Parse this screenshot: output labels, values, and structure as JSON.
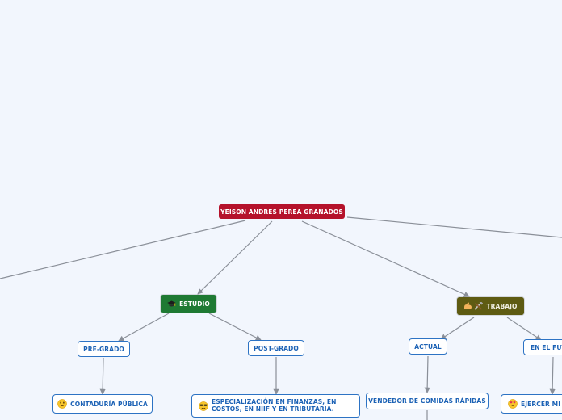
{
  "root": {
    "label": "YEISON ANDRES PEREA GRANADOS"
  },
  "branches": {
    "estudio": {
      "label": "ESTUDIO",
      "icon": "graduation-cap-icon",
      "children": {
        "pregrado": {
          "label": "PRE-GRADO",
          "leaf": {
            "label": "CONTADURÍA PÚBLICA",
            "icon": "smiley-face-icon"
          }
        },
        "postgrado": {
          "label": "POST-GRADO",
          "leaf": {
            "label_line1": "ESPECIALIZACIÓN EN FINANZAS, EN",
            "label_line2": "COSTOS, EN NIIF Y EN TRIBUTARIA.",
            "icon": "sunglasses-face-icon"
          }
        }
      }
    },
    "trabajo": {
      "label": "TRABAJO",
      "icons": [
        "flexed-arm-icon",
        "tools-icon"
      ],
      "children": {
        "actual": {
          "label": "ACTUAL",
          "leaf": {
            "label": "VENDEDOR DE COMIDAS RÁPIDAS"
          }
        },
        "futuro": {
          "label": "EN EL FUTU",
          "leaf": {
            "label": "EJERCER MI P",
            "icon": "heart-eyes-face-icon"
          }
        }
      }
    }
  },
  "colors": {
    "background": "#f2f6fd",
    "root": "#b5122b",
    "estudio": "#1f7a33",
    "trabajo": "#5e5b12",
    "sub_border": "#2d73c4",
    "sub_text": "#1c62b5",
    "connector": "#8a8f98"
  }
}
